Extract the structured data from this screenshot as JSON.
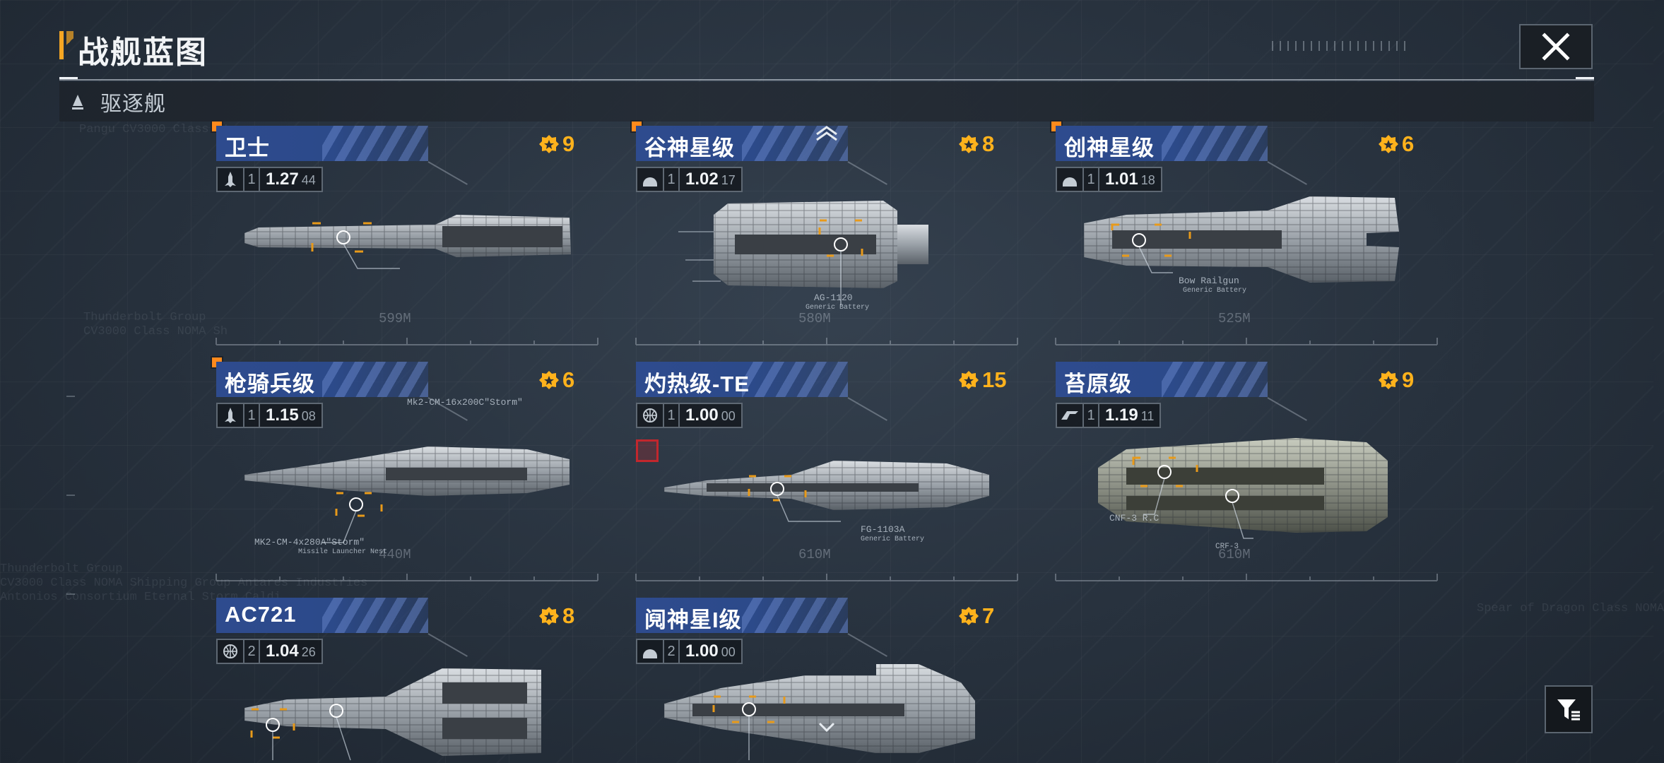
{
  "header": {
    "title": "战舰蓝图",
    "close_icon": "close-x-icon"
  },
  "category": {
    "icon": "destroyer-class-icon",
    "label": "驱逐舰"
  },
  "background_text": {
    "block1": "Pangu CV3000 Class St",
    "block2": "Thunderbolt Group\nCV3000 Class NOMA Sh",
    "block3": "Thunderbolt Group\nCV3000 Class NOMA Shipping Group Antares Industries\nAntonios Consortium Eternal Storm Caldi",
    "block4": "Spear of Dragon Class NOMA"
  },
  "colors": {
    "accent": "#f5a623",
    "cost": "#ffb21c",
    "name_bar": "#2e4b8e",
    "new_flag": "#ff8a1c"
  },
  "ships": [
    {
      "name": "卫士",
      "cost": "9",
      "tier": "1",
      "version_main": "1.27",
      "version_sub": "44",
      "type_icon": "rocket-icon",
      "length": "599M",
      "weapon_label": "Mk2-CM-16x200C\"Storm\"",
      "weapon_sub": "Missile Launcher Nest",
      "new": true
    },
    {
      "name": "谷神星级",
      "cost": "8",
      "tier": "1",
      "version_main": "1.02",
      "version_sub": "17",
      "type_icon": "dome-icon",
      "length": "580M",
      "weapon_label": "AG-1120",
      "weapon_sub": "Generic Battery",
      "new": true
    },
    {
      "name": "创神星级",
      "cost": "6",
      "tier": "1",
      "version_main": "1.01",
      "version_sub": "18",
      "type_icon": "dome-icon",
      "length": "525M",
      "weapon_label": "Bow Railgun",
      "weapon_sub": "Generic Battery",
      "new": true
    },
    {
      "name": "枪骑兵级",
      "cost": "6",
      "tier": "1",
      "version_main": "1.15",
      "version_sub": "08",
      "type_icon": "rocket-icon",
      "length": "440M",
      "weapon_label": "MK2-CM-4x280A\"Storm\"",
      "weapon_sub": "Missile Launcher Nest",
      "new": true
    },
    {
      "name": "灼热级-TE",
      "cost": "15",
      "tier": "1",
      "version_main": "1.00",
      "version_sub": "00",
      "type_icon": "globe-icon",
      "length": "610M",
      "weapon_label": "FG-1103A",
      "weapon_sub": "Generic Battery",
      "new": false
    },
    {
      "name": "苔原级",
      "cost": "9",
      "tier": "1",
      "version_main": "1.19",
      "version_sub": "11",
      "type_icon": "faction-emblem-icon",
      "length": "610M",
      "weapon_label": "CNF-3 R.C",
      "weapon_sub": "CRF-3",
      "new": false
    },
    {
      "name": "AC721",
      "cost": "8",
      "tier": "2",
      "version_main": "1.04",
      "version_sub": "26",
      "type_icon": "globe-icon",
      "length": "",
      "weapon_label": "",
      "weapon_sub": "",
      "new": false
    },
    {
      "name": "阋神星I级",
      "cost": "7",
      "tier": "2",
      "version_main": "1.00",
      "version_sub": "00",
      "type_icon": "dome-icon",
      "length": "",
      "weapon_label": "",
      "weapon_sub": "",
      "new": false
    }
  ],
  "controls": {
    "scroll_up_icon": "chevron-up-icon",
    "scroll_down_icon": "chevron-down-icon",
    "filter_icon": "filter-icon"
  }
}
